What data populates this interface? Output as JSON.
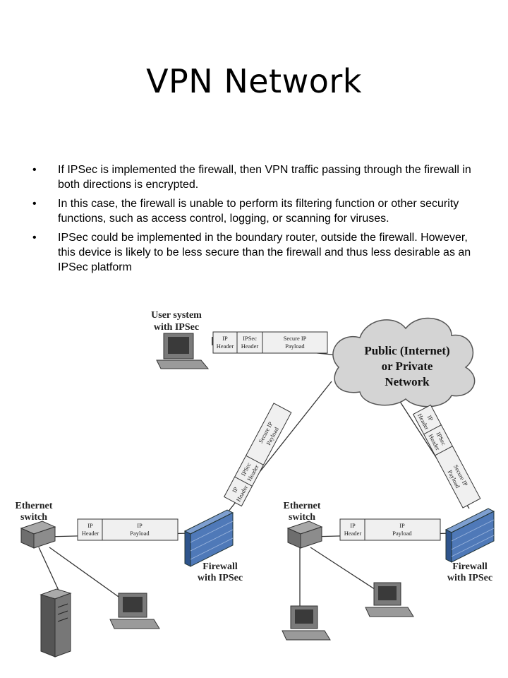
{
  "title": "VPN Network",
  "bullets": [
    "If IPSec is implemented the firewall, then VPN traffic passing through the firewall in both directions is encrypted.",
    "In this case, the firewall is unable to perform its filtering function or other security functions, such as access control, logging, or scanning for viruses.",
    " IPSec could be implemented in the boundary router, outside the firewall. However, this device is likely to be less secure than the firewall and thus less desirable as an IPSec platform"
  ],
  "bullet_glyph": "•",
  "diagram": {
    "user_system": [
      "User system",
      "with IPSec"
    ],
    "cloud": [
      "Public (Internet)",
      "or Private",
      "Network"
    ],
    "ethernet_left": [
      "Ethernet",
      "switch"
    ],
    "ethernet_right": [
      "Ethernet",
      "switch"
    ],
    "firewall_left": [
      "Firewall",
      "with IPSec"
    ],
    "firewall_right": [
      "Firewall",
      "with IPSec"
    ],
    "packet_top": {
      "ip": [
        "IP",
        "Header"
      ],
      "ipsec": [
        "IPSec",
        "Header"
      ],
      "payload": [
        "Secure IP",
        "Payload"
      ]
    },
    "packet_left_lan": {
      "ip": [
        "IP",
        "Header"
      ],
      "payload": [
        "IP",
        "Payload"
      ]
    },
    "packet_right_lan": {
      "ip": [
        "IP",
        "Header"
      ],
      "payload": [
        "IP",
        "Payload"
      ]
    },
    "packet_diag_left": {
      "ip": [
        "IP",
        "Header"
      ],
      "ipsec": [
        "IPSec",
        "Header"
      ],
      "payload": [
        "Secure IP",
        "Payload"
      ]
    },
    "packet_diag_right": {
      "ip": [
        "IP",
        "Header"
      ],
      "ipsec": [
        "IPSec",
        "Header"
      ],
      "payload": [
        "Secure IP",
        "Payload"
      ]
    },
    "colors": {
      "cloud": "#d4d4d4",
      "firewall": "#4f79b8",
      "packet_fill": "#f0f0f0",
      "device": "#8c8c8c"
    }
  }
}
